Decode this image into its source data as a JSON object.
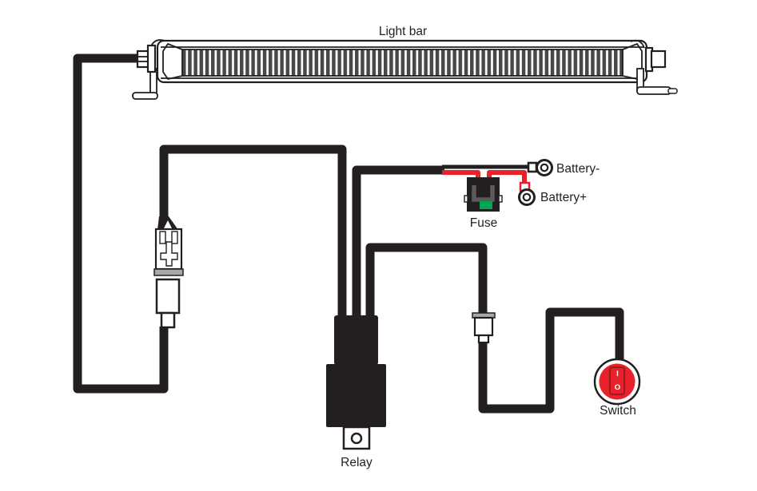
{
  "diagram": {
    "kind": "light-bar-wiring-harness-diagram",
    "labels": {
      "light_bar": "Light bar",
      "fuse": "Fuse",
      "battery_negative": "Battery-",
      "battery_positive": "Battery+",
      "switch": "Switch",
      "relay": "Relay"
    },
    "switch_markings": {
      "on": "I",
      "off": "O"
    },
    "colors": {
      "wire_black": "#231f20",
      "wire_red": "#e8212b",
      "fuse_green": "#00a651",
      "switch_red": "#e8212b",
      "connector_gray": "#a7a9ac",
      "label_black": "#231f20",
      "battery_positive_label": "#e8212b",
      "background": "#ffffff"
    },
    "components": [
      "light-bar",
      "relay",
      "fuse-holder",
      "switch",
      "battery-negative-terminal",
      "battery-positive-terminal",
      "harness-connector-pair",
      "inline-connector"
    ]
  }
}
